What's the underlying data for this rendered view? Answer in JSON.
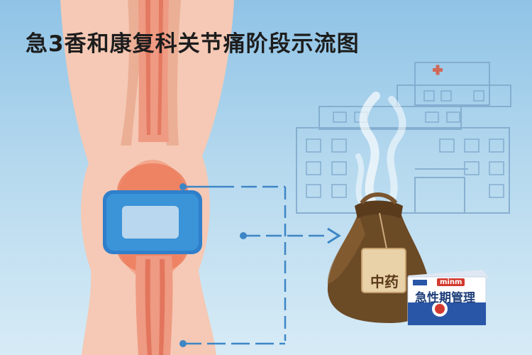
{
  "title": "急3香和康复科关节痛阶段示流图",
  "herbal_tag": "中药",
  "medicine_box": {
    "brand": "minm",
    "name": "急性期管理"
  },
  "colors": {
    "sky_top": "#8fc3e6",
    "patch_blue": "#3b93d8",
    "connector_blue": "#3d86c6",
    "bag_brown": "#6b4a26",
    "bone_red": "#d9573f"
  },
  "icons": [
    "knee-illustration",
    "knee-patch",
    "hospital-building",
    "herbal-medicine-bag",
    "medicine-box",
    "arrow-right-icon",
    "steam-icon"
  ]
}
